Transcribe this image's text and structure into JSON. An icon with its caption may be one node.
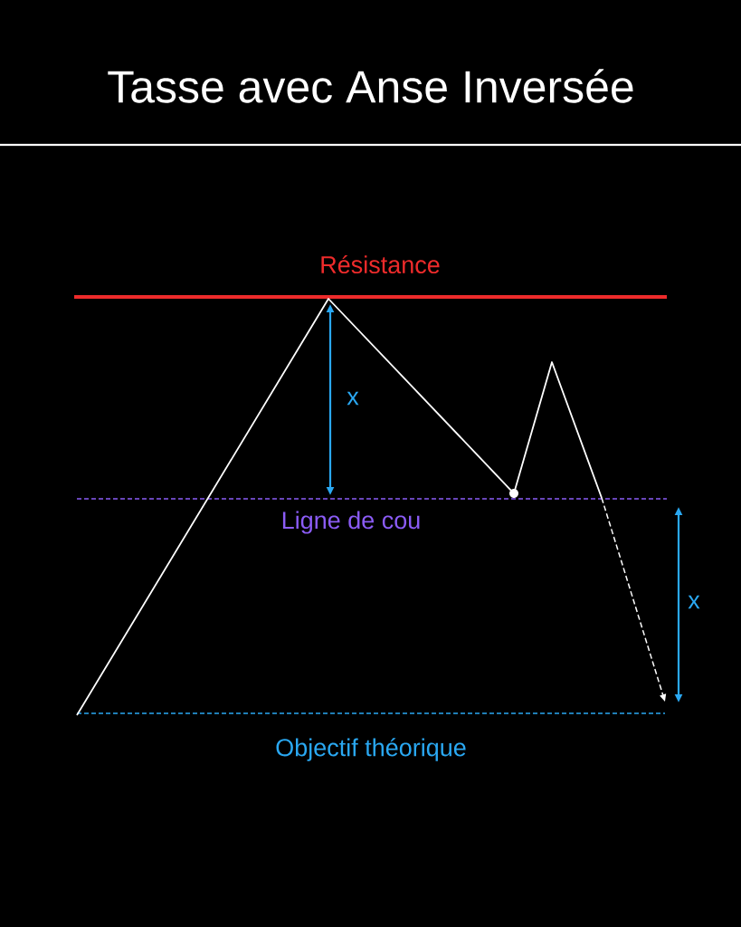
{
  "diagram": {
    "title": "Tasse avec Anse Inversée",
    "labels": [
      "Résistance",
      "x",
      "Ligne de cou",
      "x",
      "Objectif théorique"
    ]
  }
}
